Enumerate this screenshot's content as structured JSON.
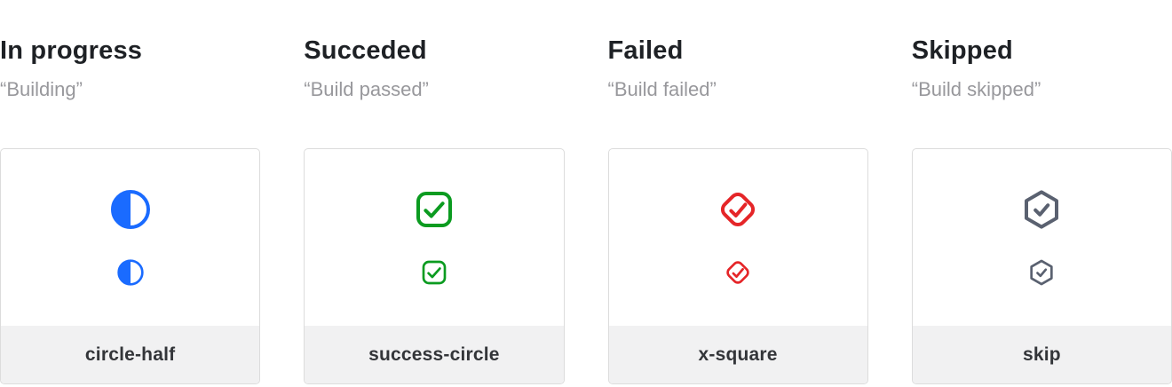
{
  "columns": [
    {
      "title": "In progress",
      "subtitle": "“Building”",
      "icon": "circle-half-icon",
      "icon_color": "#1a6bff",
      "label": "circle-half"
    },
    {
      "title": "Succeded",
      "subtitle": "“Build passed”",
      "icon": "success-circle-icon",
      "icon_color": "#0b9b20",
      "label": "success-circle"
    },
    {
      "title": "Failed",
      "subtitle": "“Build failed”",
      "icon": "x-square-icon",
      "icon_color": "#e52528",
      "label": "x-square"
    },
    {
      "title": "Skipped",
      "subtitle": "“Build skipped”",
      "icon": "skip-icon",
      "icon_color": "#5a6170",
      "label": "skip"
    }
  ],
  "colors": {
    "background": "#ffffff",
    "title_text": "#1e2125",
    "subtitle_text": "#98989c",
    "card_border": "#dcdcdc",
    "card_footer_bg": "#f1f1f2",
    "footer_label_text": "#333539",
    "in_progress_blue": "#1a6bff",
    "success_green": "#0b9b20",
    "failed_red": "#e52528",
    "skipped_slate": "#5a6170"
  }
}
